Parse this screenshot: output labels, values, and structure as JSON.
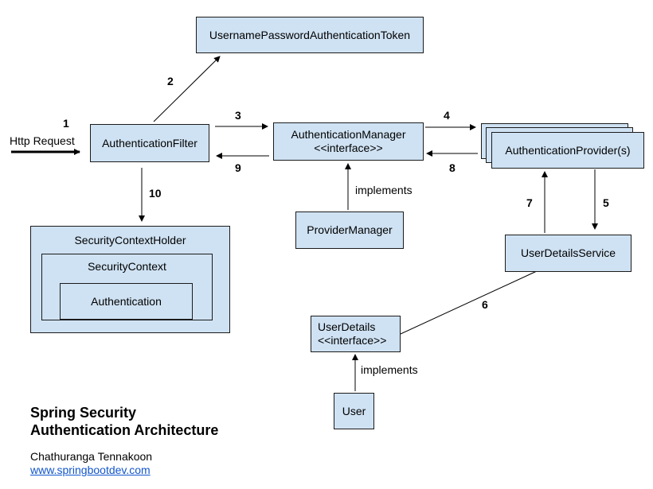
{
  "nodes": {
    "token": "UsernamePasswordAuthenticationToken",
    "filter": "AuthenticationFilter",
    "manager_line1": "AuthenticationManager",
    "manager_line2": "<<interface>>",
    "provider": "AuthenticationProvider(s)",
    "provider_manager": "ProviderManager",
    "user_details_service": "UserDetailsService",
    "holder": "SecurityContextHolder",
    "context": "SecurityContext",
    "authentication": "Authentication",
    "user_details_line1": "UserDetails",
    "user_details_line2": "<<interface>>",
    "user": "User"
  },
  "labels": {
    "http_request": "Http Request",
    "implements_manager": "implements",
    "implements_user": "implements"
  },
  "steps": [
    "1",
    "2",
    "3",
    "4",
    "5",
    "6",
    "7",
    "8",
    "9",
    "10"
  ],
  "footer": {
    "title_line1": "Spring Security",
    "title_line2": "Authentication Architecture",
    "author": "Chathuranga Tennakoon",
    "website": "www.springbootdev.com"
  }
}
